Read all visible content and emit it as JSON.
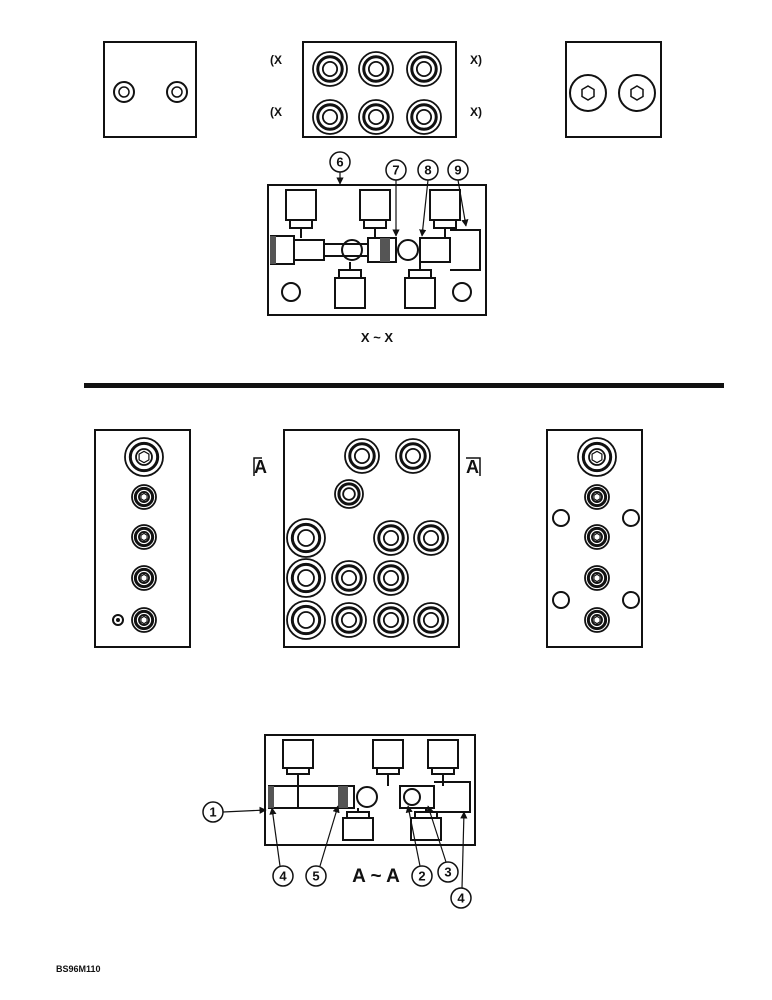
{
  "upper_section": {
    "arrow_x_left_top": "(X",
    "arrow_x_right_top": "X)",
    "arrow_x_left_bottom": "(X",
    "arrow_x_right_bottom": "X)",
    "section_label": "X ~ X",
    "callouts": [
      "6",
      "7",
      "8",
      "9"
    ]
  },
  "lower_section": {
    "arrow_a_left": "A",
    "arrow_a_right": "A",
    "section_label": "A ~ A",
    "callouts": [
      "1",
      "2",
      "3",
      "4",
      "4",
      "5"
    ]
  },
  "figure_code": "BS96M110",
  "colors": {
    "ink": "#111111",
    "paper": "#ffffff",
    "shade": "#555555"
  }
}
